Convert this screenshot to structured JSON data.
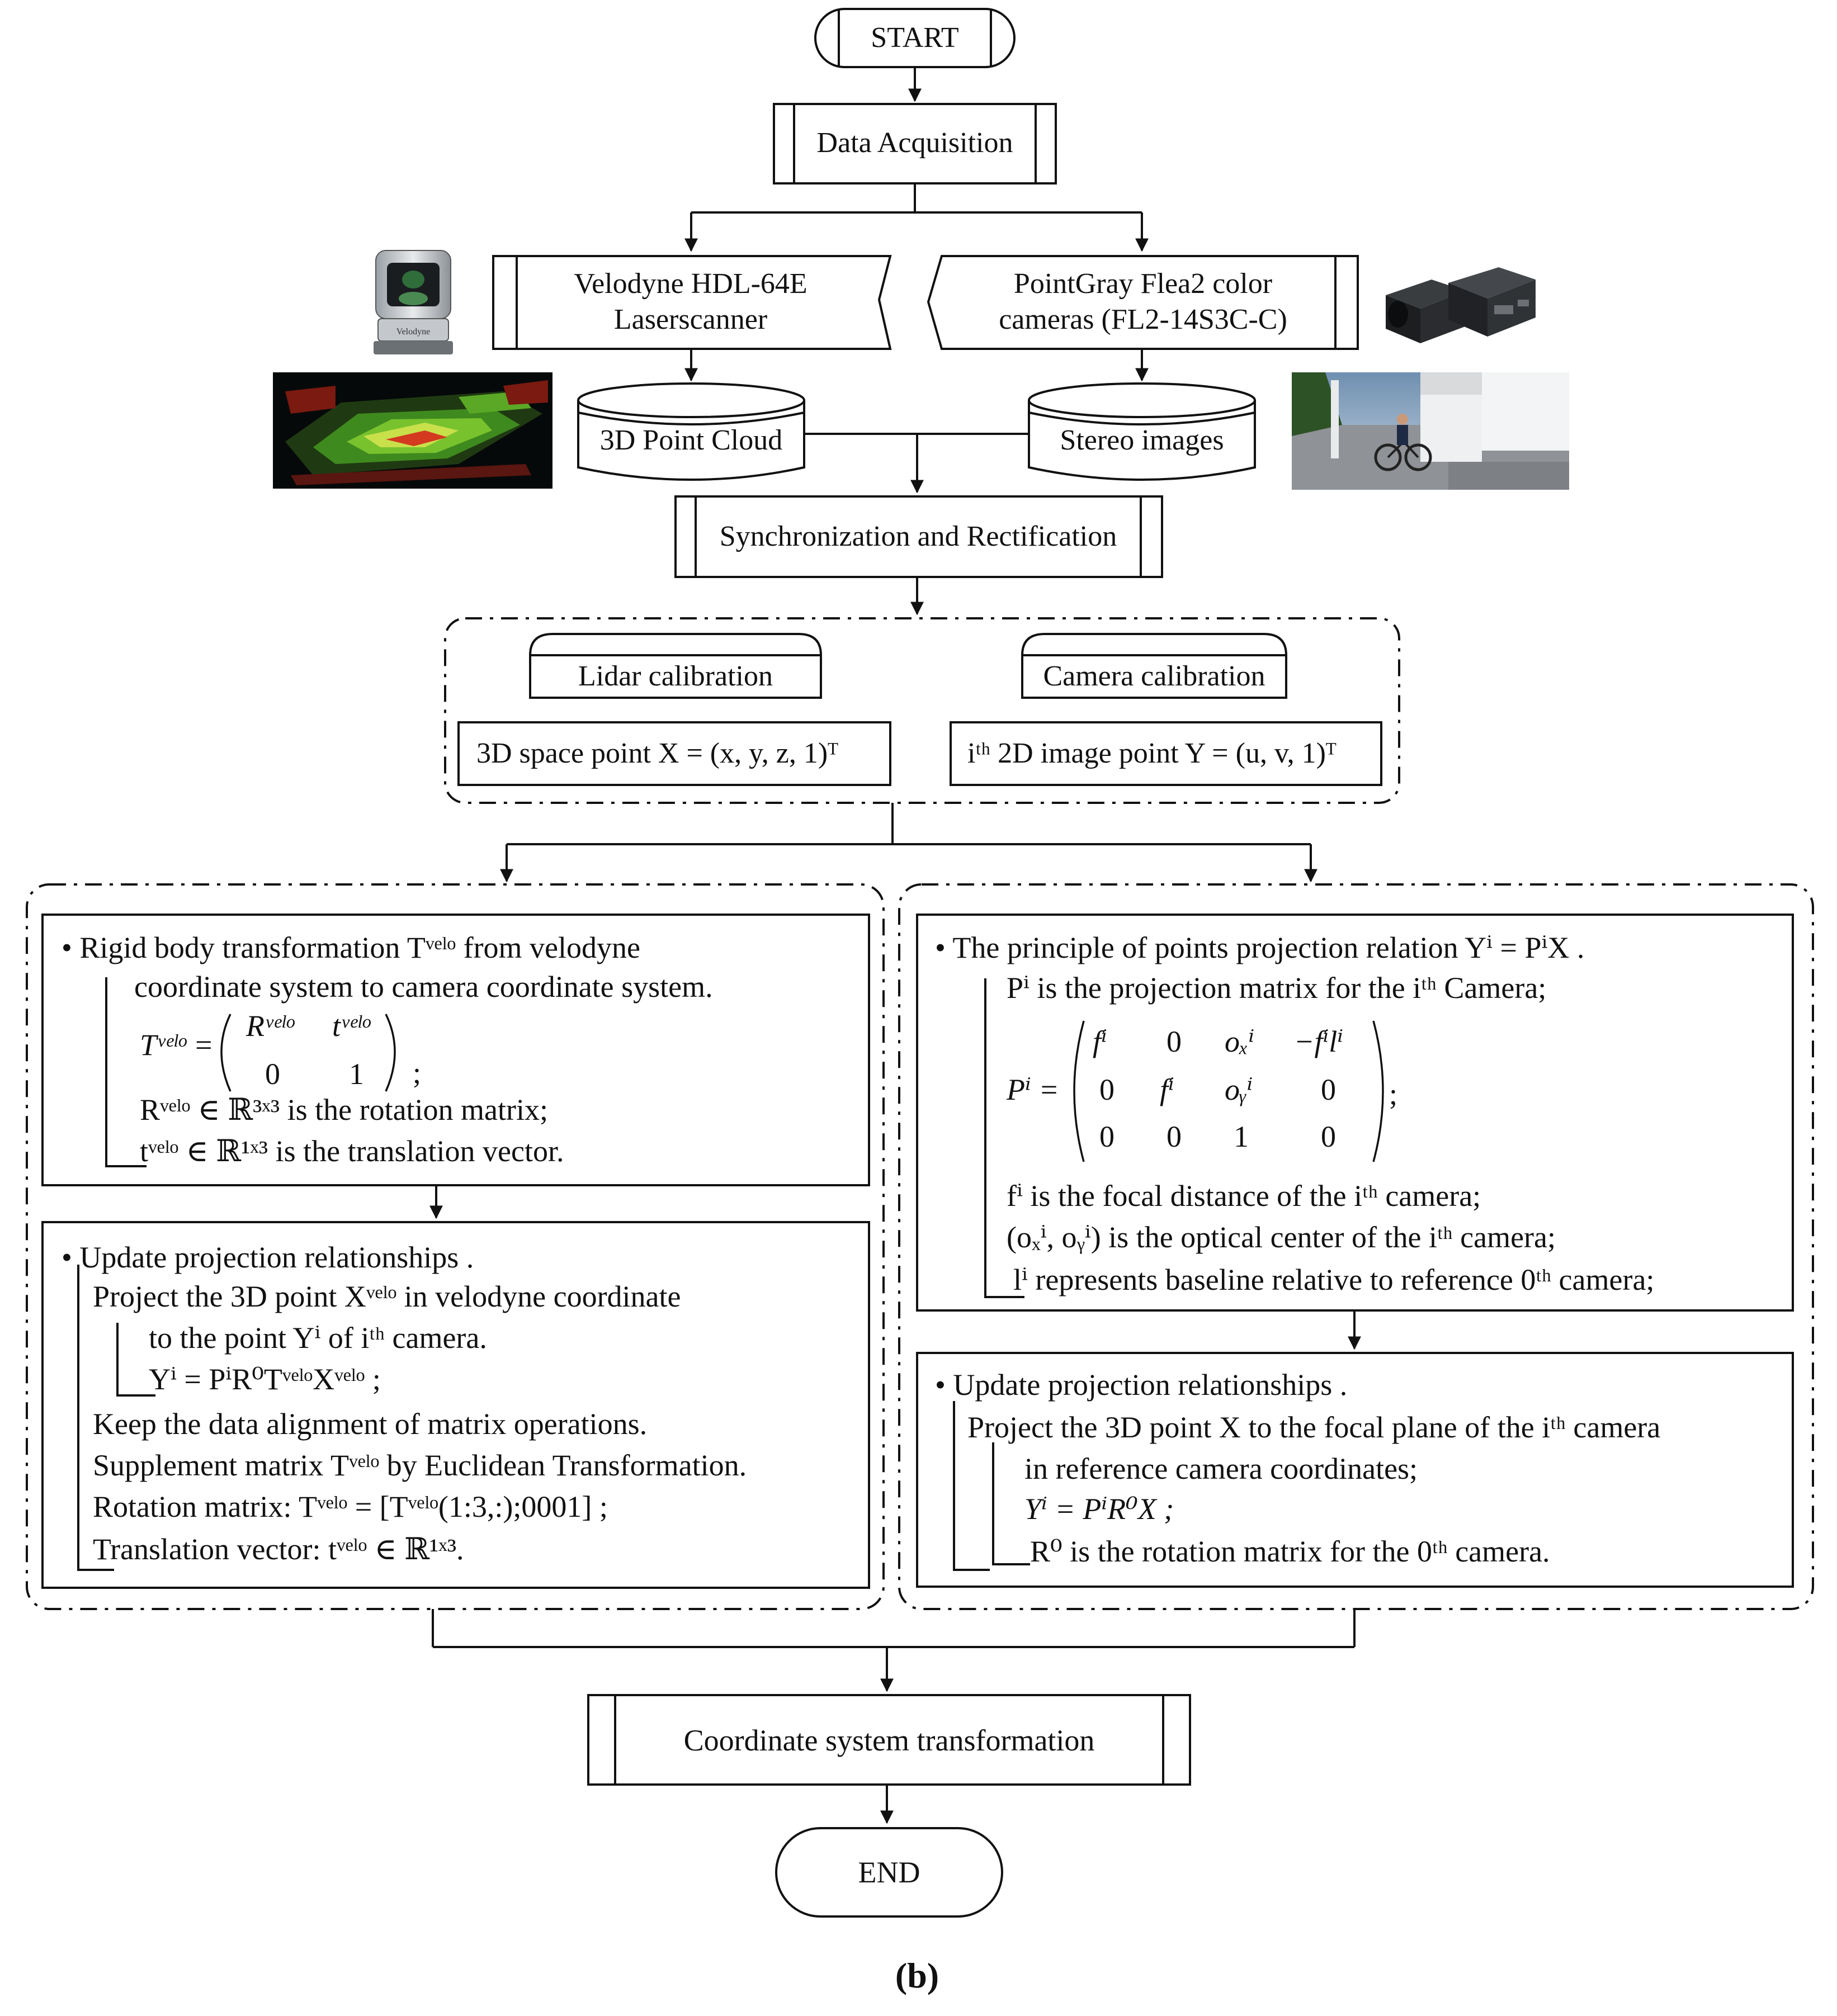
{
  "nodes": {
    "start": "START",
    "data_acquisition": "Data Acquisition",
    "velodyne_line1": "Velodyne HDL-64E",
    "velodyne_line2": "Laserscanner",
    "pointgray_line1": "PointGray Flea2 color",
    "pointgray_line2": "cameras (FL2-14S3C-C)",
    "point_cloud": "3D Point Cloud",
    "stereo_images": "Stereo images",
    "sync": "Synchronization and Rectification",
    "lidar_calibration": "Lidar calibration",
    "camera_calibration": "Camera calibration",
    "space_point": "3D space point X = (x, y, z, 1)ᵀ",
    "image_point": "iᵗʰ 2D image point Y = (u, v, 1)ᵀ",
    "coord_transform": "Coordinate system transformation",
    "end": "END"
  },
  "left_panel": {
    "rigid": {
      "bullet": "• Rigid body transformation Tᵛᵉˡᵒ from velodyne",
      "line2": "coordinate system to camera coordinate system.",
      "matrix_lhs": "Tᵛᵉˡᵒ =",
      "matrix_r": "Rᵛᵉˡᵒ",
      "matrix_t": "tᵛᵉˡᵒ",
      "matrix_0": "0",
      "matrix_1": "1",
      "semicolon": ";",
      "rotation": "Rᵛᵉˡᵒ ∈ ℝ³ˣ³  is the rotation matrix;",
      "translation": "tᵛᵉˡᵒ ∈ ℝ¹ˣ³  is the translation vector."
    },
    "update": {
      "bullet": "• Update projection relationships .",
      "line1": "Project the 3D point Xᵛᵉˡᵒ in velodyne coordinate",
      "line2": "to the point  Yⁱ  of  iᵗʰ  camera.",
      "line3": "Yⁱ = PⁱR⁰TᵛᵉˡᵒXᵛᵉˡᵒ  ;",
      "line4": "Keep the data alignment of matrix operations.",
      "line5": "Supplement matrix Tᵛᵉˡᵒ by Euclidean Transformation.",
      "line6": "Rotation matrix:  Tᵛᵉˡᵒ = [Tᵛᵉˡᵒ(1:3,:);0001] ;",
      "line7": "Translation vector: tᵛᵉˡᵒ ∈ ℝ¹ˣ³."
    }
  },
  "right_panel": {
    "principle": {
      "bullet": "• The principle of points projection relation Yⁱ = PⁱX .",
      "line1": "Pⁱ is the projection matrix for the  iᵗʰ Camera;",
      "matrix_lhs": "Pⁱ =",
      "m11": "fⁱ",
      "m12": "0",
      "m13": "oₓⁱ",
      "m14": "−fⁱlⁱ",
      "m21": "0",
      "m22": "fⁱ",
      "m23": "oᵧⁱ",
      "m24": "0",
      "m31": "0",
      "m32": "0",
      "m33": "1",
      "m34": "0",
      "semicolon": ";",
      "line2": "fⁱ is the focal distance of the  iᵗʰ camera;",
      "line3": "(oₓⁱ, oᵧⁱ) is the optical center of the  iᵗʰ camera;",
      "line4": "lⁱ represents baseline relative to reference 0ᵗʰ camera;"
    },
    "update": {
      "bullet": "• Update projection relationships .",
      "line1": "Project the 3D point X to the focal plane of the  iᵗʰ camera",
      "line2": "in reference camera coordinates;",
      "line3": "Yⁱ = PⁱR⁰X ;",
      "line4": "R⁰ is the rotation matrix for the  0ᵗʰ camera."
    }
  },
  "icons": {
    "lidar": "lidar-scanner-icon",
    "cameras": "stereo-camera-icon",
    "point_cloud_image": "point-cloud-image",
    "stereo_photo": "street-photo-image",
    "lidar_brand": "Velodyne"
  },
  "caption": "(b)"
}
